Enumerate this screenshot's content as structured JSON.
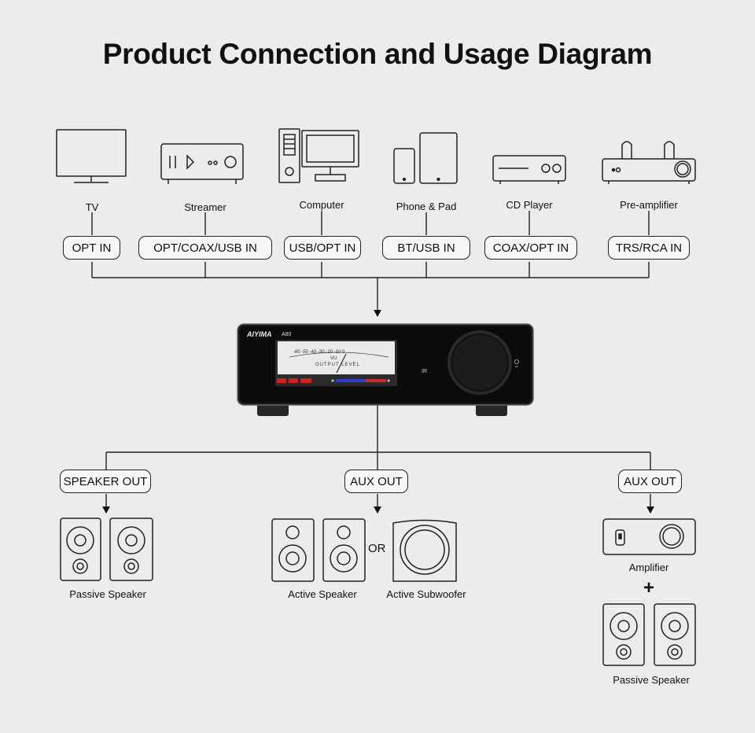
{
  "title": "Product Connection and Usage Diagram",
  "sources": [
    {
      "label": "TV",
      "icon": "tv-icon",
      "port": "OPT IN"
    },
    {
      "label": "Streamer",
      "icon": "streamer-icon",
      "port": "OPT/COAX/USB IN"
    },
    {
      "label": "Computer",
      "icon": "computer-icon",
      "port": "USB/OPT IN"
    },
    {
      "label": "Phone & Pad",
      "icon": "phone-pad-icon",
      "port": "BT/USB IN"
    },
    {
      "label": "CD Player",
      "icon": "cd-player-icon",
      "port": "COAX/OPT IN"
    },
    {
      "label": "Pre-amplifier",
      "icon": "preamplifier-icon",
      "port": "TRS/RCA IN"
    }
  ],
  "device": {
    "brand": "AIYIMA",
    "model": "A80",
    "meter_scale": "-60 -50 -40 -30 -20 -10 0",
    "meter_vu": "VU",
    "meter_caption": "OUTPUT LEVEL",
    "ir_label": "IR"
  },
  "outputs": {
    "left": {
      "port": "SPEAKER OUT",
      "caption": "Passive Speaker"
    },
    "center": {
      "port": "AUX OUT",
      "caption_a": "Active Speaker",
      "or": "OR",
      "caption_b": "Active Subwoofer"
    },
    "right": {
      "port": "AUX OUT",
      "caption_amp": "Amplifier",
      "plus": "+",
      "caption_spk": "Passive Speaker"
    }
  }
}
